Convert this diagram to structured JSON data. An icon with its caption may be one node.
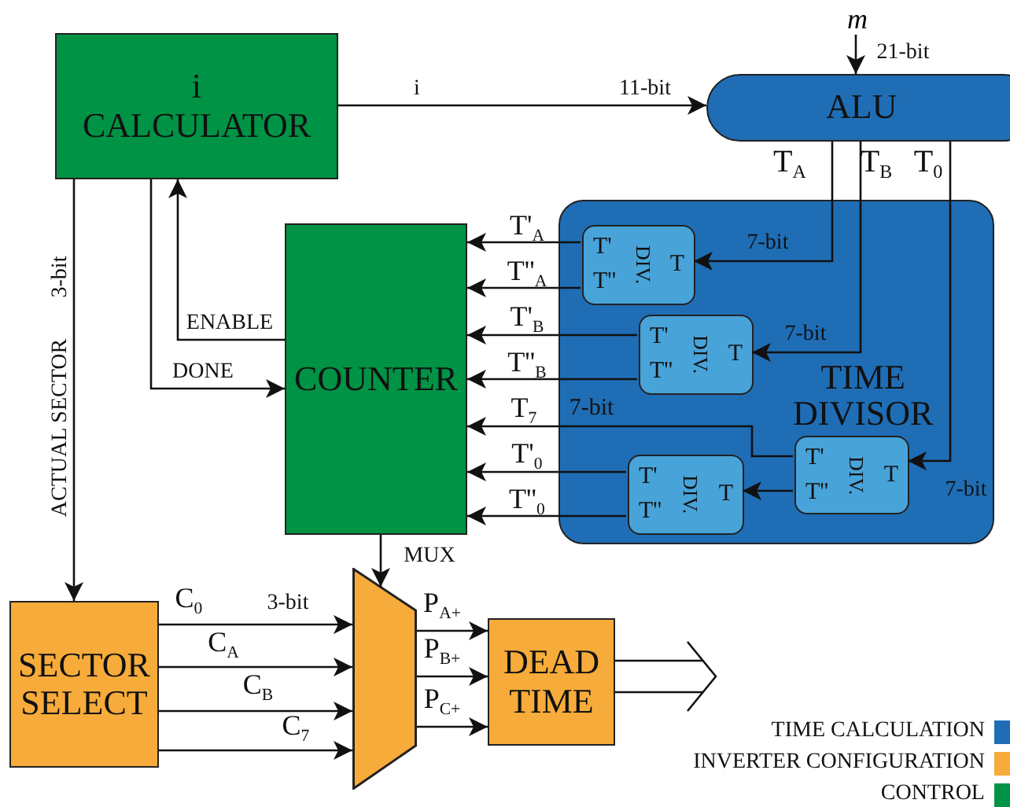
{
  "diagram": {
    "nodes": [
      {
        "text": [
          "i CALCULATOR"
        ]
      },
      {
        "text": [
          "ALU"
        ]
      },
      {
        "text": [
          "m"
        ]
      },
      {
        "text": [
          "COUNTER"
        ]
      },
      {
        "text": [
          "TIME DIVISOR"
        ]
      },
      {
        "text": [
          "T'",
          "T''",
          "DIV.",
          "T"
        ],
        "in": 4
      },
      {
        "text": [
          "T'",
          "T''",
          "DIV.",
          "T"
        ],
        "in": 4
      },
      {
        "text": [
          "T'",
          "T''",
          "DIV.",
          "T"
        ],
        "in": 4
      },
      {
        "text": [
          "T'",
          "T''",
          "DIV.",
          "T"
        ],
        "in": 4
      },
      {
        "text": [
          "SECTOR SELECT"
        ]
      },
      {
        "text": [],
        "shape": "trapezoid"
      },
      {
        "text": [
          "DEAD TIME"
        ]
      }
    ],
    "edges": [
      {
        "from": 0,
        "to": 1,
        "arrow": "to",
        "label": "i"
      },
      {
        "from": 2,
        "to": 1,
        "arrow": "to",
        "label": "21-bit"
      },
      {
        "from": 1,
        "to": 5,
        "arrow": "to",
        "label": "7-bit"
      },
      {
        "from": 1,
        "to": 6,
        "arrow": "to",
        "label": "7-bit"
      },
      {
        "from": 1,
        "to": 7,
        "arrow": "to",
        "label": "7-bit"
      },
      {
        "from": 7,
        "to": 8,
        "arrow": "to"
      },
      {
        "from": 5,
        "to": 3,
        "arrow": "to",
        "label": "T'$_{A}$"
      },
      {
        "from": 5,
        "to": 3,
        "arrow": "to",
        "label": "T''$_{A}$"
      },
      {
        "from": 6,
        "to": 3,
        "arrow": "to",
        "label": "T'$_{B}$"
      },
      {
        "from": 6,
        "to": 3,
        "arrow": "to",
        "label": "T''$_{B}$"
      },
      {
        "from": 7,
        "to": 3,
        "arrow": "to",
        "label": "T$_{7}$"
      },
      {
        "from": 8,
        "to": 3,
        "arrow": "to",
        "label": "T'$_{0}$"
      },
      {
        "from": 8,
        "to": 3,
        "arrow": "to",
        "label": "T''$_{0}$"
      },
      {
        "from": 3,
        "to": 0,
        "arrow": "to",
        "label": "ENABLE"
      },
      {
        "from": 0,
        "to": 3,
        "arrow": "to",
        "label": "DONE"
      },
      {
        "from": 0,
        "to": 9,
        "arrow": "to",
        "label": "ACTUAL SECTOR"
      },
      {
        "from": 3,
        "to": 10,
        "arrow": "to",
        "label": "MUX"
      },
      {
        "from": 9,
        "to": 10,
        "arrow": "to",
        "label": "C$_{0}$"
      },
      {
        "from": 9,
        "to": 10,
        "arrow": "to",
        "label": "C$_{A}$"
      },
      {
        "from": 9,
        "to": 10,
        "arrow": "to",
        "label": "C$_{B}$"
      },
      {
        "from": 9,
        "to": 10,
        "arrow": "to",
        "label": "C$_{7}$"
      },
      {
        "from": 10,
        "to": 11,
        "arrow": "to",
        "label": "P$_{A+}$"
      },
      {
        "from": 10,
        "to": 11,
        "arrow": "to",
        "label": "P$_{B+}$"
      },
      {
        "from": 10,
        "to": 11,
        "arrow": "to",
        "label": "P$_{C+}$"
      },
      {
        "from": 11,
        "to": null,
        "arrow": "to"
      }
    ],
    "labels": [
      "11-bit",
      "T$_{A}$",
      "T$_{B}$",
      "T$_{0}$",
      "3-bit",
      "7-bit",
      "3-bit"
    ],
    "legend": [
      {
        "text": "TIME CALCULATION",
        "color": "#1f6db5"
      },
      {
        "text": "INVERTER CONFIGURATION",
        "color": "#f7ab3a"
      },
      {
        "text": "CONTROL",
        "color": "#009245"
      }
    ]
  }
}
